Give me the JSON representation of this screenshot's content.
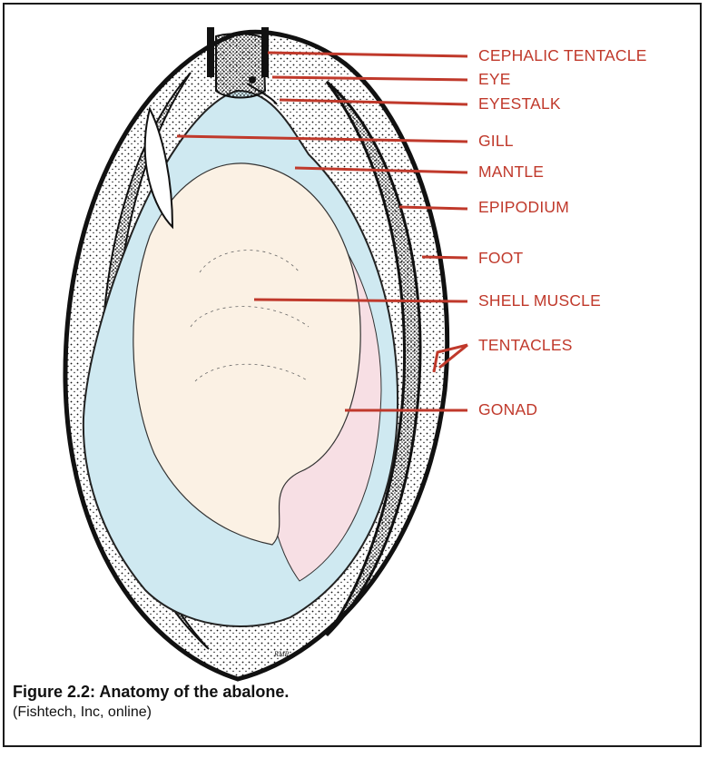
{
  "labels": [
    {
      "key": "cephalic_tentacle",
      "text": "CEPHALIC TENTACLE"
    },
    {
      "key": "eye",
      "text": "EYE"
    },
    {
      "key": "eyestalk",
      "text": "EYESTALK"
    },
    {
      "key": "gill",
      "text": "GILL"
    },
    {
      "key": "mantle",
      "text": "MANTLE"
    },
    {
      "key": "epipodium",
      "text": "EPIPODIUM"
    },
    {
      "key": "foot",
      "text": "FOOT"
    },
    {
      "key": "shell_muscle",
      "text": "SHELL MUSCLE"
    },
    {
      "key": "tentacles",
      "text": "TENTACLES"
    },
    {
      "key": "gonad",
      "text": "GONAD"
    }
  ],
  "caption": {
    "title": "Figure 2.2: Anatomy of the abalone.",
    "source": "(Fishtech, Inc, online)"
  },
  "artist_signature": "RMP",
  "colors": {
    "label_red": "#c0392b",
    "mantle_blue": "#cfe9f1",
    "shell_muscle_cream": "#fbf1e4",
    "gonad_pink": "#f7dfe4",
    "outline_black": "#111111"
  }
}
